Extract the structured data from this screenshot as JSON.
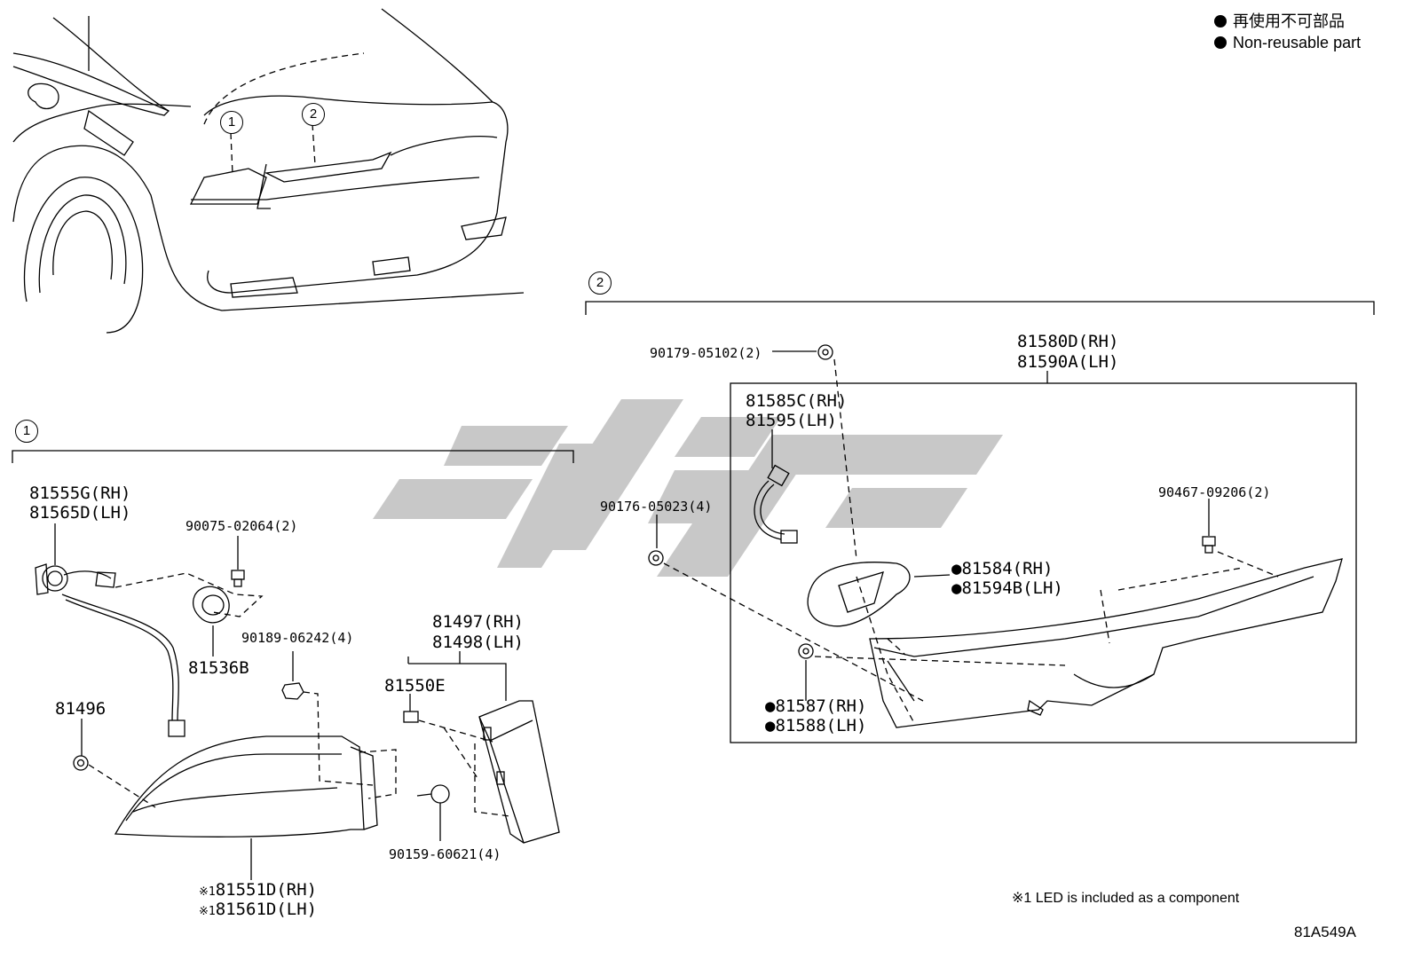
{
  "legend": {
    "jp": "再使用不可部品",
    "en": "Non-reusable part"
  },
  "refs": [
    "1",
    "2"
  ],
  "group1": {
    "parts": {
      "socket_wire_rh": "81555G(RH)",
      "socket_wire_lh": "81565D(LH)",
      "screw_90075": "90075-02064(2)",
      "socket_81536B": "81536B",
      "nut_90189": "90189-06242(4)",
      "grommet_81496": "81496",
      "bracket_rh": "81497(RH)",
      "bracket_lh": "81498(LH)",
      "retainer_81550E": "81550E",
      "screw_90159": "90159-60621(4)",
      "lamp_rh": "81551D(RH)",
      "lamp_lh": "81561D(LH)"
    },
    "star_mark": "※1"
  },
  "group2": {
    "parts": {
      "nut_90179": "90179-05102(2)",
      "lamp_rh": "81580D(RH)",
      "lamp_lh": "81590A(LH)",
      "wire_rh": "81585C(RH)",
      "wire_lh": "81595(LH)",
      "nut_90176": "90176-05023(4)",
      "clip_90467": "90467-09206(2)",
      "gasket_rh": "81584(RH)",
      "gasket_lh": "81594B(LH)",
      "seal_rh": "81587(RH)",
      "seal_lh": "81588(LH)"
    }
  },
  "footnote": "※1 LED is included as a component",
  "diagram_code": "81A549A",
  "colors": {
    "line": "#000000",
    "watermark": "#c8c8c8",
    "background": "#ffffff"
  }
}
